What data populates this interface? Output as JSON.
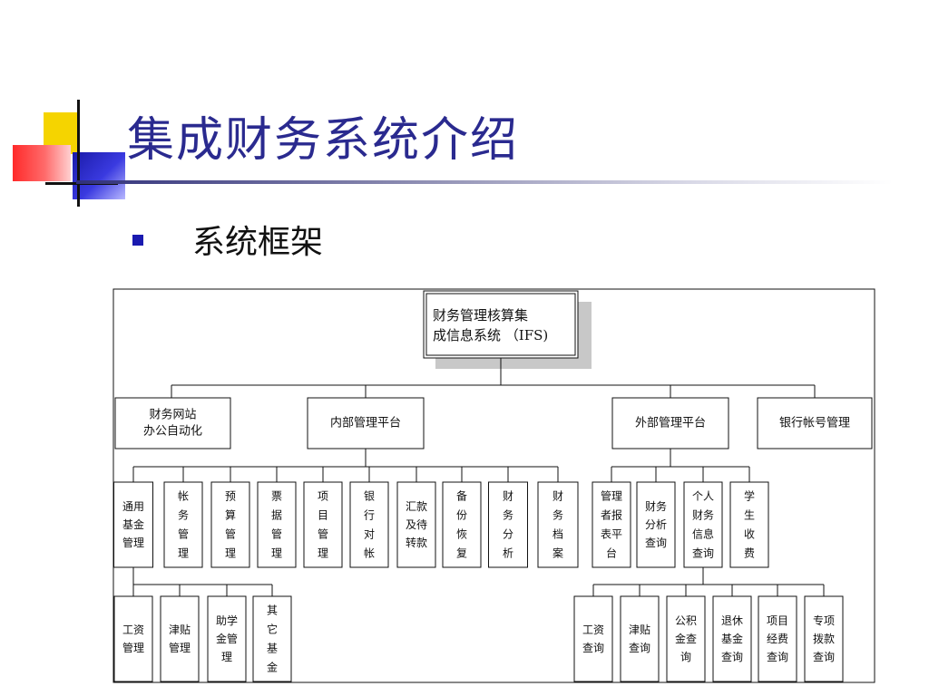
{
  "title": "集成财务系统介绍",
  "bullet": "系统框架",
  "diagram": {
    "root": [
      "财务管理核算集",
      "成信息系统 （IFS)"
    ],
    "level1": [
      [
        "财务网站",
        "办公自动化"
      ],
      [
        "内部管理平台"
      ],
      [
        "外部管理平台"
      ],
      [
        "银行帐号管理"
      ]
    ],
    "internal": [
      [
        "通用",
        "基金",
        "管理"
      ],
      [
        "帐",
        "务",
        "管",
        "理"
      ],
      [
        "预",
        "算",
        "管",
        "理"
      ],
      [
        "票",
        "据",
        "管",
        "理"
      ],
      [
        "项",
        "目",
        "管",
        "理"
      ],
      [
        "银",
        "行",
        "对",
        "帐"
      ],
      [
        "汇款",
        "及待",
        "转款"
      ],
      [
        "备",
        "份",
        "恢",
        "复"
      ],
      [
        "财",
        "务",
        "分",
        "析"
      ],
      [
        "财",
        "务",
        "档",
        "案"
      ]
    ],
    "external": [
      [
        "管理",
        "者报",
        "表平",
        "台"
      ],
      [
        "财务",
        "分析",
        "查询"
      ],
      [
        "个人",
        "财务",
        "信息",
        "查询"
      ],
      [
        "学",
        "生",
        "收",
        "费"
      ]
    ],
    "fund": [
      [
        "工资",
        "管理"
      ],
      [
        "津贴",
        "管理"
      ],
      [
        "助学",
        "金管",
        "理"
      ],
      [
        "其",
        "它",
        "基",
        "金"
      ]
    ],
    "personal": [
      [
        "工资",
        "查询"
      ],
      [
        "津贴",
        "查询"
      ],
      [
        "公积",
        "金查",
        "询"
      ],
      [
        "退休",
        "基金",
        "查询"
      ],
      [
        "项目",
        "经费",
        "查询"
      ],
      [
        "专项",
        "拨款",
        "查询"
      ]
    ]
  }
}
